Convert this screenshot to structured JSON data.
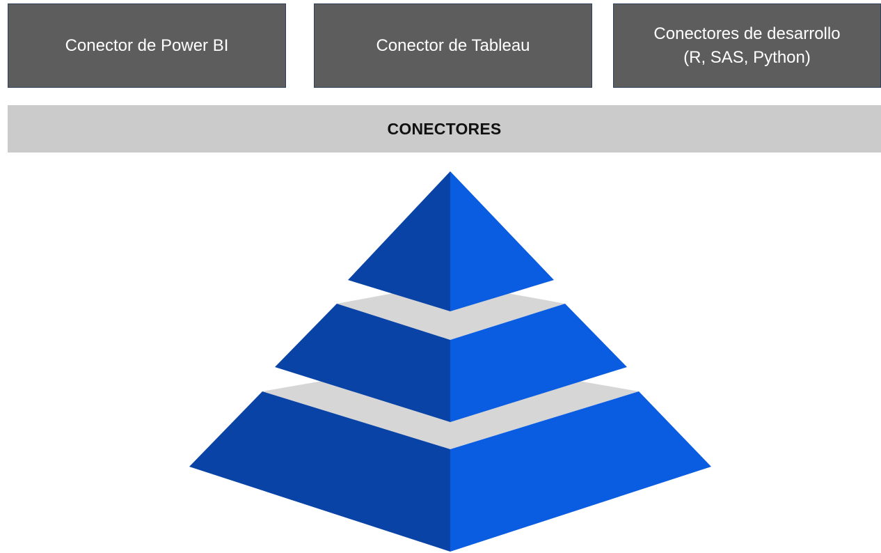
{
  "connectors": {
    "power_bi": "Conector de Power BI",
    "tableau": "Conector de Tableau",
    "dev_line1": "Conectores de desarrollo",
    "dev_line2": "(R, SAS, Python)"
  },
  "band": {
    "label": "CONECTORES"
  },
  "pyramid": {
    "levels": 3,
    "colors": {
      "left_face": "#0a43a6",
      "right_face": "#0a5ce0",
      "separator": "#d6d6d6",
      "box_fill": "#5d5d5d",
      "box_border": "#2e3f5c",
      "band_fill": "#cbcbcb"
    }
  }
}
